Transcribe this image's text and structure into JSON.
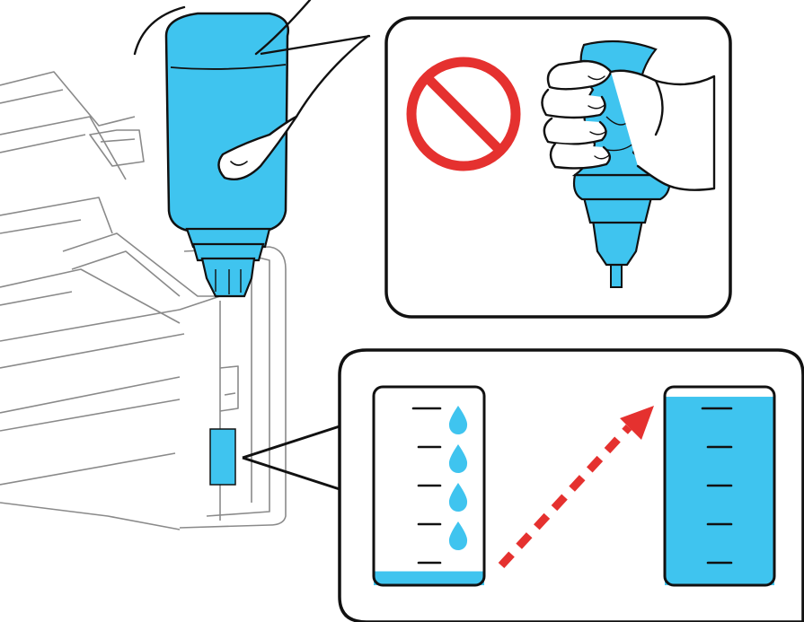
{
  "colors": {
    "ink": "#3fc4ef",
    "outline": "#111111",
    "prohibit": "#e5312f",
    "arrow": "#e5312f",
    "printer_line": "#8a8a8a",
    "background": "#ffffff"
  },
  "icons": {
    "prohibited": "no-symbol-icon",
    "direction": "dashed-arrow-icon",
    "drop": "ink-drop-icon"
  },
  "tank_before": {
    "fill_level": 0.07,
    "marks": 5,
    "drops": 4
  },
  "tank_after": {
    "fill_level": 0.95,
    "marks": 5
  }
}
